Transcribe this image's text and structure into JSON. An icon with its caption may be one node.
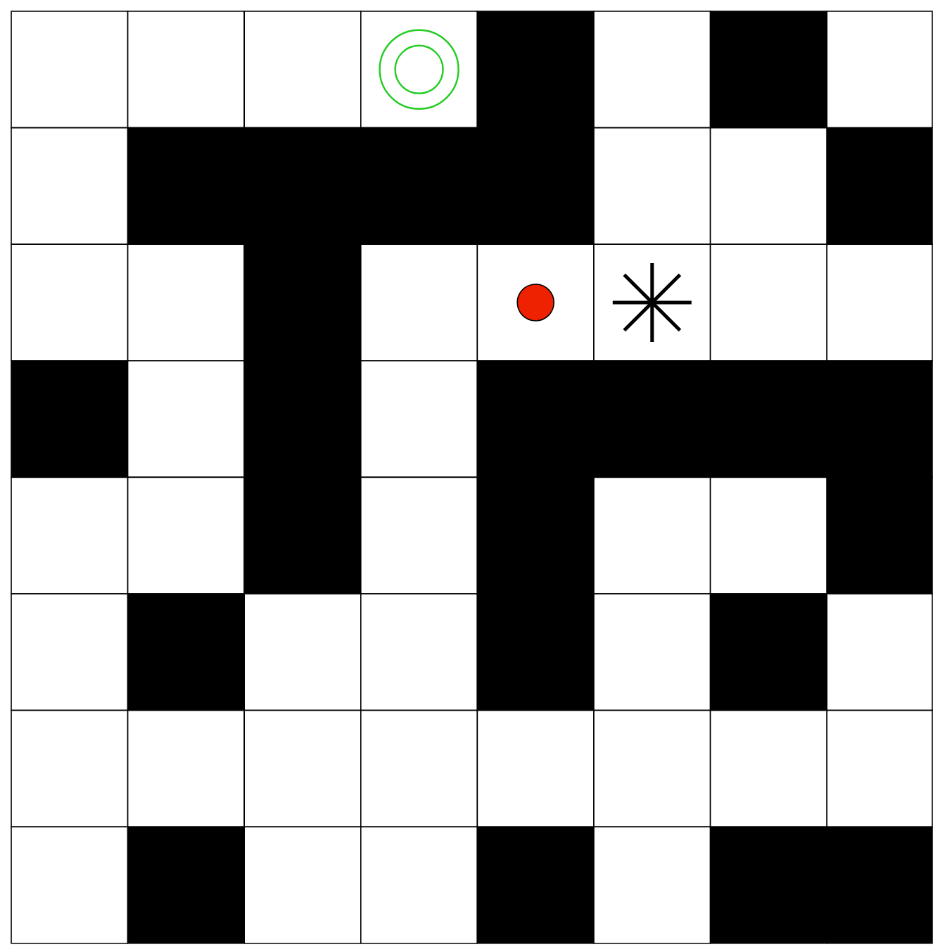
{
  "diagram": {
    "nodes": [
      {
        "text": [],
        "shape": "target"
      },
      {
        "text": [],
        "shape": "circle"
      },
      {
        "text": [],
        "shape": "asterisk"
      }
    ]
  }
}
